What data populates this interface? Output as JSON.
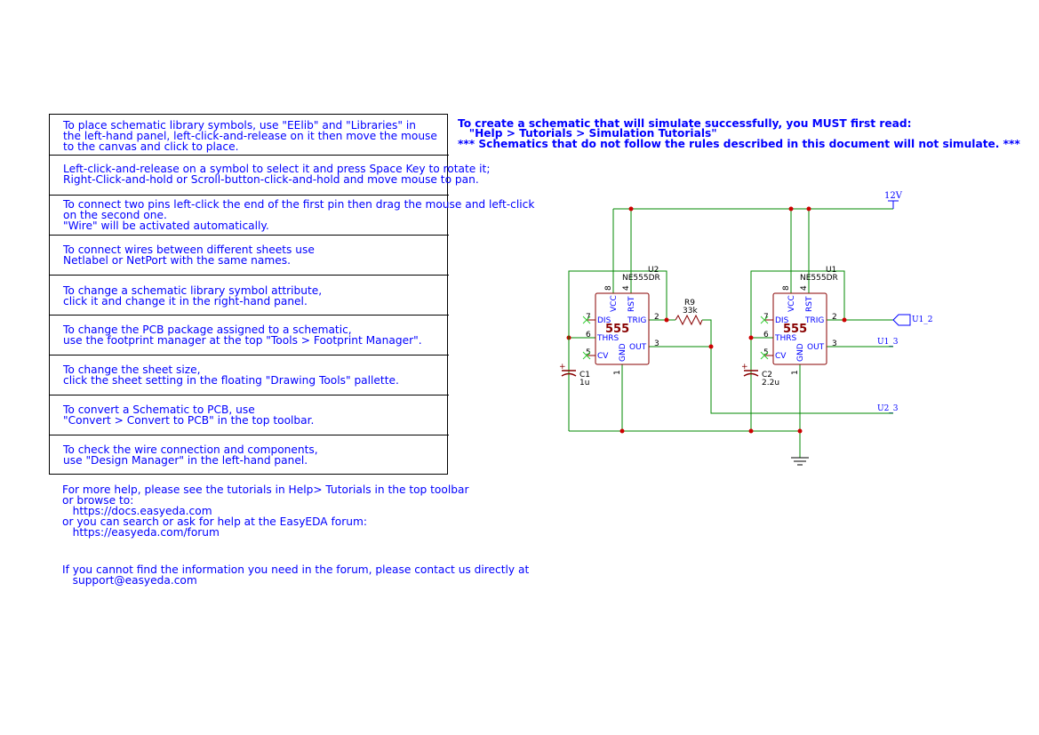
{
  "tips": [
    [
      "To place schematic library symbols, use \"EElib\" and \"Libraries\" in",
      "the left-hand panel, left-click-and-release on it then move the mouse",
      "to the canvas and click to place."
    ],
    [
      "Left-click-and-release on a symbol to select it and press Space Key to rotate it;",
      "Right-Click-and-hold or Scroll-button-click-and-hold and move mouse to pan."
    ],
    [
      "To connect two pins left-click the end of the first pin then drag the mouse and left-click",
      "on the second one.",
      "\"Wire\" will be activated automatically."
    ],
    [
      "To connect wires between different sheets use",
      "Netlabel or NetPort with the same names."
    ],
    [
      "To change a schematic library symbol attribute,",
      "click it and change it in the right-hand panel."
    ],
    [
      "To change the PCB package assigned to a schematic,",
      "use the footprint manager at the top \"Tools > Footprint Manager\"."
    ],
    [
      "To change the sheet size,",
      "click the sheet setting in the floating \"Drawing Tools\" pallette."
    ],
    [
      "To convert a Schematic to PCB, use",
      "\"Convert > Convert to PCB\" in the top toolbar."
    ],
    [
      "To check the wire connection and components,",
      "use \"Design Manager\" in the left-hand panel."
    ]
  ],
  "help": [
    "For more help, please see the tutorials in Help> Tutorials in the top toolbar",
    "or browse to:",
    "   https://docs.easyeda.com",
    "or you can search or ask for help at the EasyEDA forum:",
    "   https://easyeda.com/forum"
  ],
  "contact": [
    "If you cannot find the information you need in the forum, please contact us directly at",
    "   support@easyeda.com"
  ],
  "warning": [
    "To create a schematic that will simulate successfully, you MUST first read:",
    "   \"Help > Tutorials > Simulation Tutorials\"",
    "*** Schematics that do not follow the rules described in this document will not simulate. ***"
  ],
  "schematic": {
    "power_label": "12V",
    "u2": {
      "ref": "U2",
      "part": "NE555DR",
      "core": "555"
    },
    "u1": {
      "ref": "U1",
      "part": "NE555DR",
      "core": "555"
    },
    "pins": {
      "vcc": "VCC",
      "rst": "RST",
      "dis": "DIS",
      "trig": "TRIG",
      "thrs": "THRS",
      "out": "OUT",
      "cv": "CV",
      "gnd": "GND"
    },
    "pin_numbers": {
      "p8": "8",
      "p4": "4",
      "p7": "7",
      "p2": "2",
      "p6": "6",
      "p3": "3",
      "p5": "5",
      "p1": "1"
    },
    "r9": {
      "ref": "R9",
      "value": "33k"
    },
    "c1": {
      "ref": "C1",
      "value": "1u"
    },
    "c2": {
      "ref": "C2",
      "value": "2.2u"
    },
    "plus": "+",
    "nets": {
      "u1_2": "U1_2",
      "u1_3": "U1_3",
      "u2_3": "U2_3"
    },
    "colors": {
      "wire": "#008800",
      "junction": "#cc0000",
      "part": "#880000",
      "pin_text": "#0000ff",
      "power": "#0000ff",
      "noconnect": "#33cc33"
    }
  }
}
